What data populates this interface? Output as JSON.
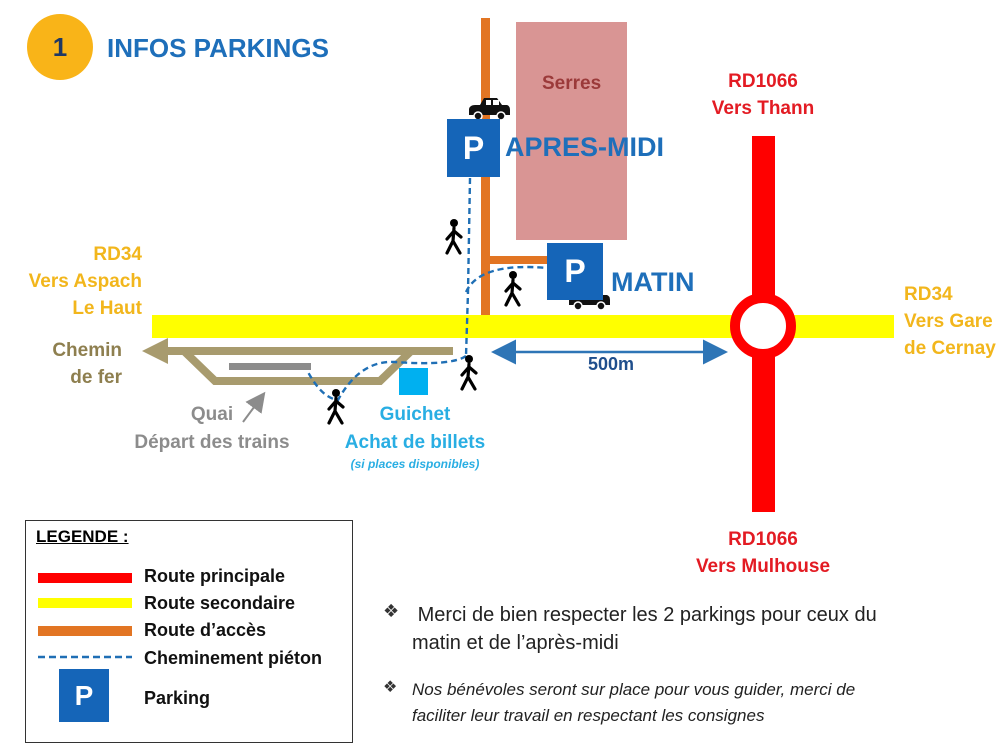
{
  "header": {
    "badge": "1",
    "title": "INFOS PARKINGS"
  },
  "map": {
    "serres": "Serres",
    "parking_symbol": "P",
    "parking_apres_midi": "APRES-MIDI",
    "parking_matin": "MATIN",
    "rd1066_north": [
      "RD1066",
      "Vers Thann"
    ],
    "rd1066_south": [
      "RD1066",
      "Vers Mulhouse"
    ],
    "rd34_west": [
      "RD34",
      "Vers Aspach",
      "Le Haut"
    ],
    "rd34_east": [
      "RD34",
      "Vers Gare",
      "de Cernay"
    ],
    "railway": [
      "Chemin",
      "de fer"
    ],
    "quai": [
      "Quai",
      "Départ des trains"
    ],
    "guichet": [
      "Guichet",
      "Achat de billets"
    ],
    "guichet_note": "(si places disponibles)",
    "distance": "500m"
  },
  "legend": {
    "title": "LEGENDE :",
    "items": [
      {
        "label": "Route principale",
        "color": "#FF0000"
      },
      {
        "label": "Route secondaire",
        "color": "#FFFF00"
      },
      {
        "label": "Route d’accès",
        "color": "#E27523"
      },
      {
        "label": "Cheminement piéton",
        "color": "#1F6FB5"
      },
      {
        "label": "Parking",
        "color": "#1565B8"
      }
    ]
  },
  "notes": {
    "bullet": "❖",
    "note1": [
      "Merci de bien respecter les 2 parkings pour ceux du",
      "matin et de l’après-midi"
    ],
    "note2": [
      "Nos bénévoles seront sur place pour vous guider, merci de",
      "faciliter leur travail en respectant les consignes"
    ]
  },
  "colors": {
    "main_road": "#FF0000",
    "secondary_road": "#FFFF00",
    "access_road": "#E27523",
    "footpath": "#1F6FB5",
    "parking": "#1565B8",
    "greenhouse": "#D99594",
    "railway": "#A89B6E",
    "platform": "#8C8C8C",
    "ticket_office": "#00B0F0"
  }
}
